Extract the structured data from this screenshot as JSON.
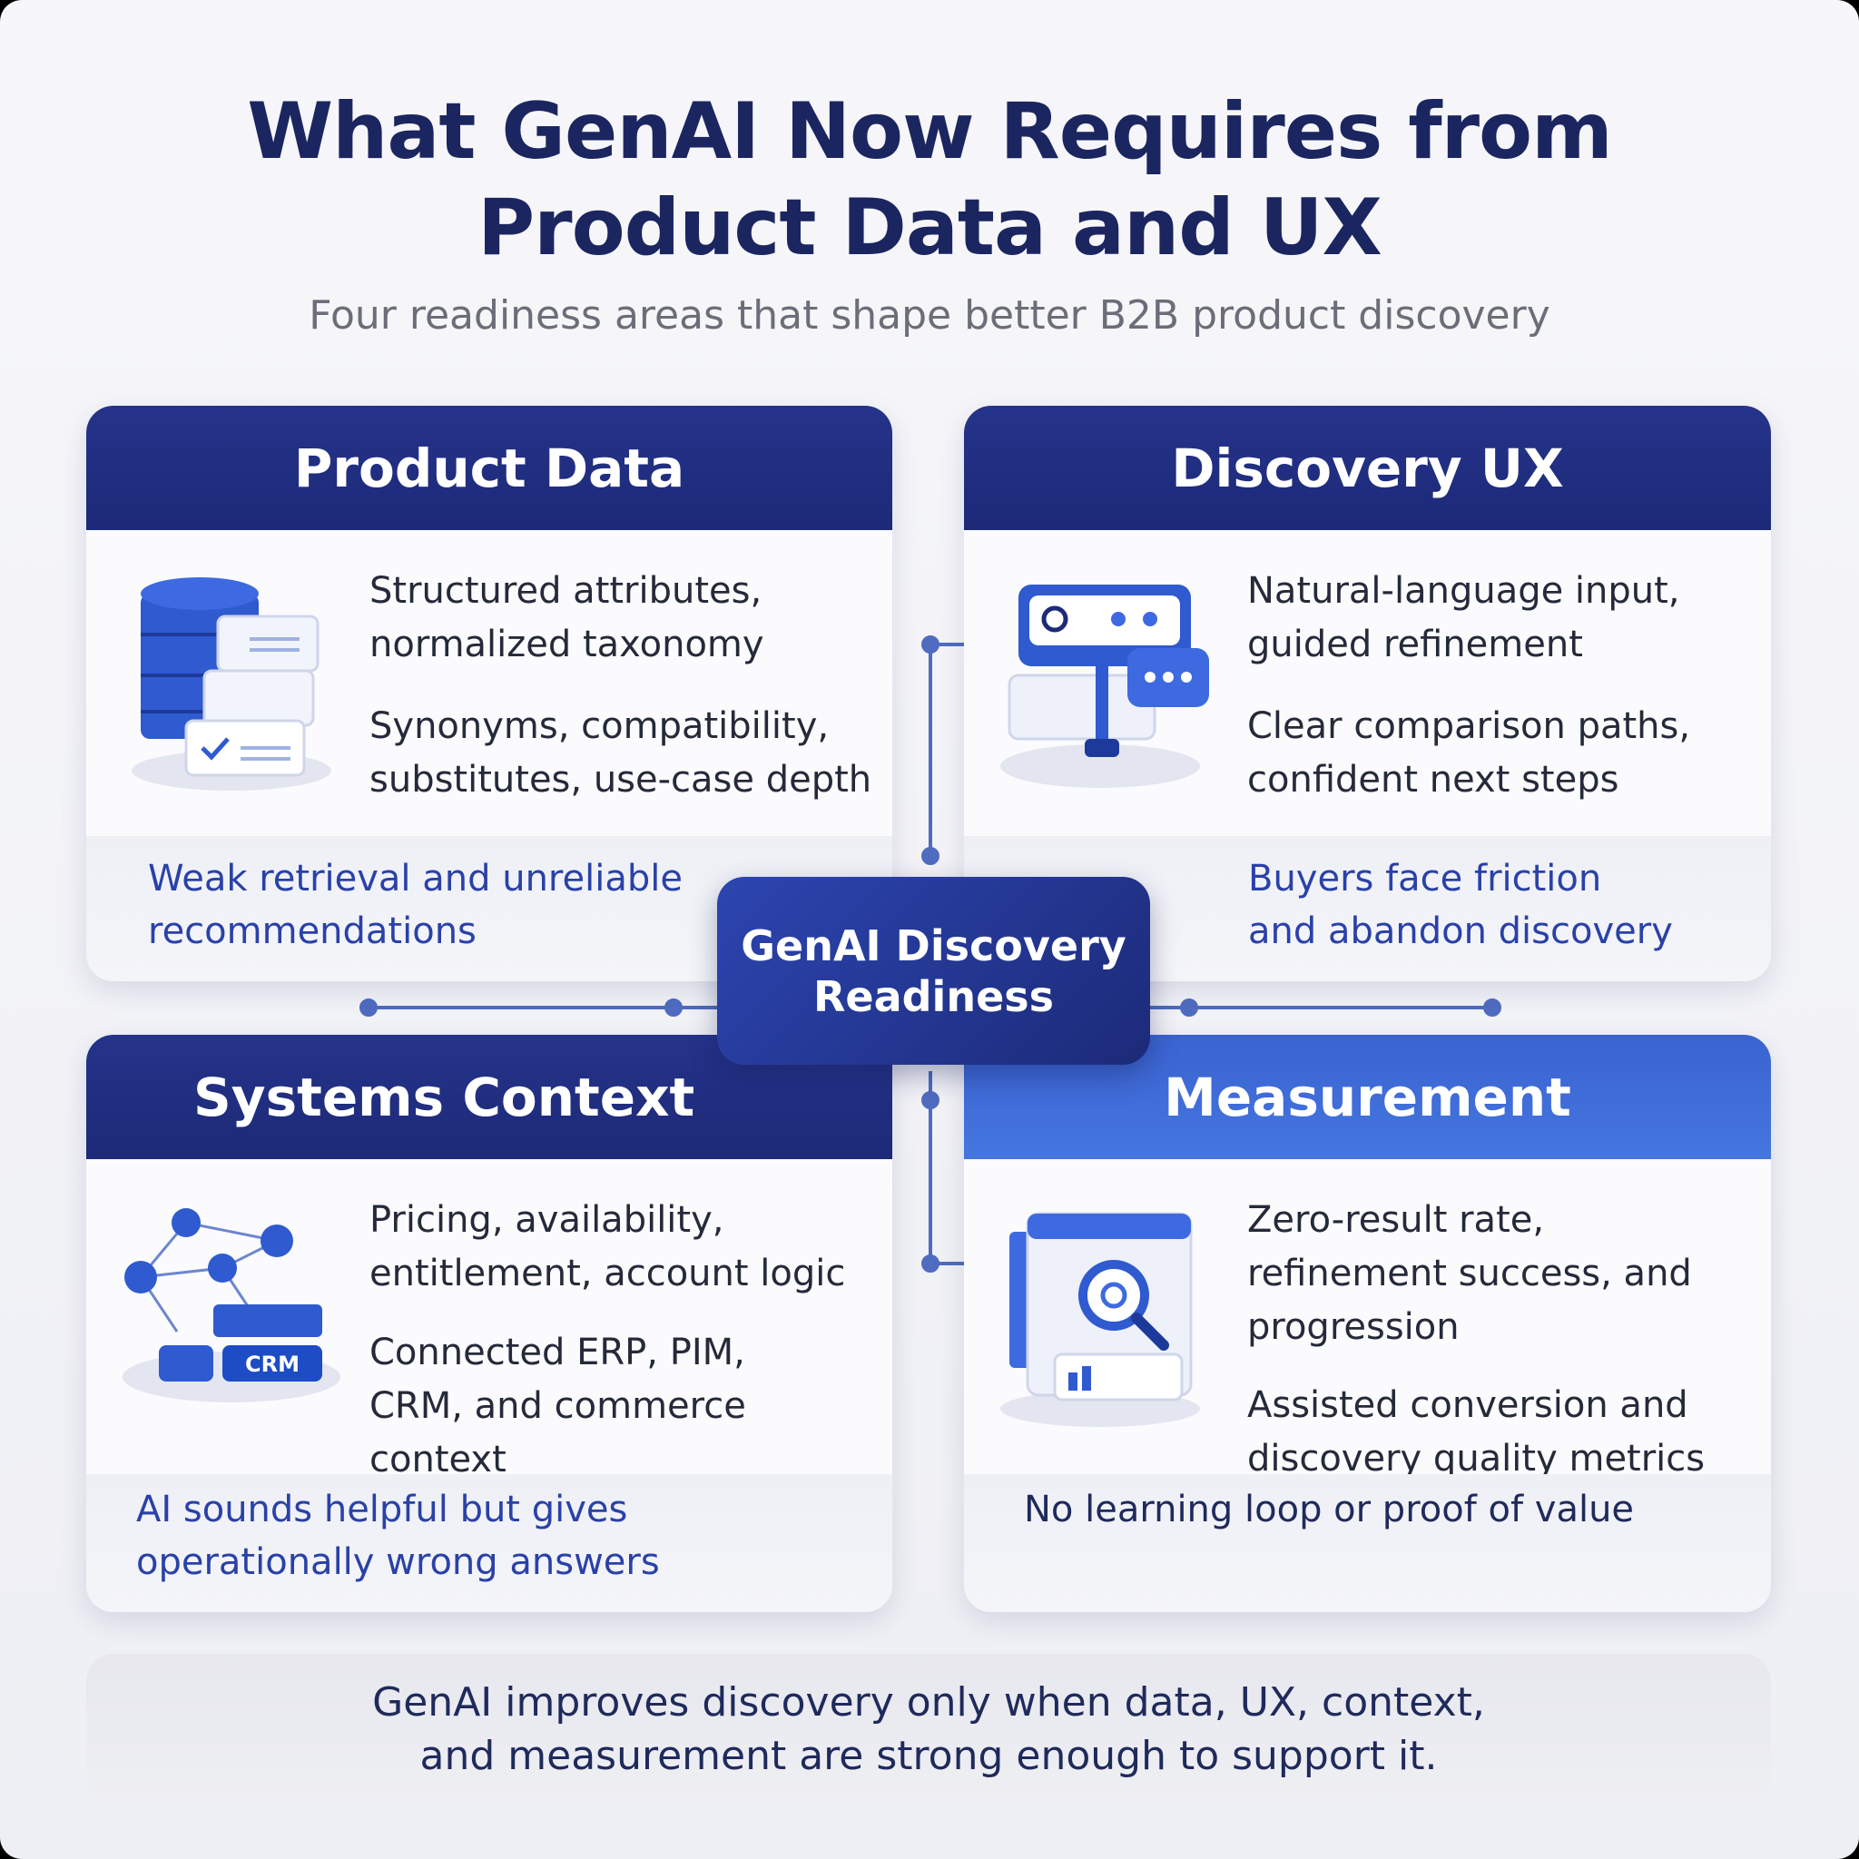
{
  "header": {
    "title_line1": "What GenAI Now Requires from",
    "title_line2": "Product Data and UX",
    "subtitle": "Four readiness areas that shape better B2B product discovery"
  },
  "center": {
    "line1": "GenAI Discovery",
    "line2": "Readiness"
  },
  "cards": [
    {
      "title": "Product Data",
      "icon": "database-icon",
      "points": [
        "Structured attributes, normalized taxonomy",
        "Synonyms, compatibility, substitutes, use-case depth"
      ],
      "points_lines": [
        [
          "Structured attributes,",
          "normalized taxonomy"
        ],
        [
          "Synonyms, compatibility,",
          "substitutes, use-case depth"
        ]
      ],
      "risk_lines": [
        "Weak retrieval and unreliable",
        "recommendations"
      ]
    },
    {
      "title": "Discovery UX",
      "icon": "search-chat-icon",
      "points_lines": [
        [
          "Natural-language input,",
          "guided refinement"
        ],
        [
          "Clear comparison paths,",
          "confident next steps"
        ]
      ],
      "risk_lines": [
        "Buyers face friction",
        "and abandon discovery"
      ]
    },
    {
      "title": "Systems Context",
      "icon": "connected-systems-icon",
      "points_lines": [
        [
          "Pricing, availability,",
          "entitlement, account logic"
        ],
        [
          "Connected ERP, PIM,",
          "CRM, and commerce context"
        ]
      ],
      "risk_lines": [
        "AI sounds helpful but gives",
        "operationally wrong answers"
      ],
      "icon_label": "CRM"
    },
    {
      "title": "Measurement",
      "icon": "analytics-icon",
      "points_lines": [
        [
          "Zero-result rate,",
          "refinement success, and",
          "progression"
        ],
        [
          "Assisted conversion and",
          "discovery quality metrics"
        ]
      ],
      "risk_lines": [
        "No learning loop or proof of value"
      ]
    }
  ],
  "footer": {
    "line1": "GenAI improves discovery only when data, UX, context,",
    "line2": "and measurement are strong enough to support it."
  },
  "colors": {
    "navy": "#1d2a78",
    "accent": "#2a41a8",
    "measurement": "#3f6fd8"
  }
}
